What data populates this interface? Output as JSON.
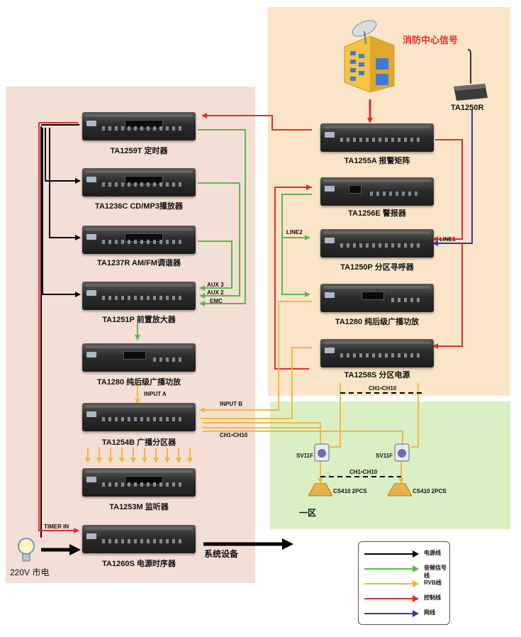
{
  "colors": {
    "left_bg": "#f4dfd6",
    "right_top_bg": "#fbe5c8",
    "right_bottom_bg": "#d9f0c4",
    "power": "#000000",
    "audio": "#5cb848",
    "rvb": "#f5b73b",
    "control": "#e02e2e",
    "network": "#2f3aa2",
    "fire_title": "#e02e2e"
  },
  "devices": {
    "ta1259t": "TA1259T 定时器",
    "ta1236c": "TA1236C CD/MP3播放器",
    "ta1237r": "TA1237R AM/FM调谐器",
    "ta1251p": "TA1251P 前置放大器",
    "ta1280_left": "TA1280 纯后级广播功放",
    "ta1254b": "TA1254B 广播分区器",
    "ta1253m": "TA1253M 监听器",
    "ta1260s": "TA1260S 电源时序器",
    "ta1255a": "TA1255A 报警矩阵",
    "ta1256e": "TA1256E 警报器",
    "ta1250p": "TA1250P 分区寻呼器",
    "ta1280_right": "TA1280 纯后级广播功放",
    "ta1258s": "TA1258S 分区电源",
    "ta1250r": "TA1250R"
  },
  "labels": {
    "fire_center": "消防中心信号",
    "mains": "220V 市电",
    "system_equipment": "系统设备",
    "zone_one": "一区",
    "aux3": "AUX 3",
    "aux2": "AUX 2",
    "emc": "EMC",
    "input_a": "INPUT A",
    "input_b": "INPUT B",
    "ch1_ch10_left": "CH1•CH10",
    "ch1_ch10_top": "CH1•CH10",
    "ch1_ch10_mid": "CH1•CH10",
    "line1": "LINE1",
    "line2": "LINE2",
    "timer_in": "TIMER IN",
    "sv11f_left": "SV11F",
    "sv11f_right": "SV11F",
    "cs410_left": "CS410  2PCS",
    "cs410_right": "CS410  2PCS"
  },
  "legend": [
    {
      "label": "电源线",
      "color": "#000000"
    },
    {
      "label": "音频信号线",
      "color": "#5cb848"
    },
    {
      "label": "RVB线",
      "color": "#f5b73b"
    },
    {
      "label": "控制线",
      "color": "#e02e2e"
    },
    {
      "label": "网线",
      "color": "#2f3aa2"
    }
  ]
}
